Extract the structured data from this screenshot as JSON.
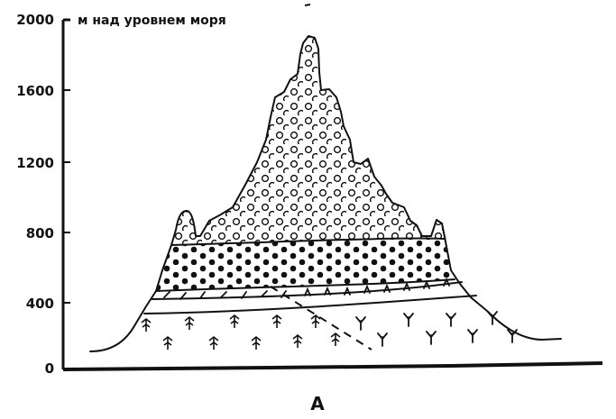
{
  "figure": {
    "y_axis": {
      "unit_label": "м над уровнем моря",
      "ticks": [
        "2000",
        "1600",
        "1200",
        "800",
        "400",
        "0"
      ]
    },
    "panel_label": "А",
    "zones": [
      {
        "name": "upper",
        "pattern": "open-circles"
      },
      {
        "name": "middle",
        "pattern": "filled-dots"
      },
      {
        "name": "lower",
        "pattern": "tree-and-herb-symbols"
      }
    ]
  }
}
